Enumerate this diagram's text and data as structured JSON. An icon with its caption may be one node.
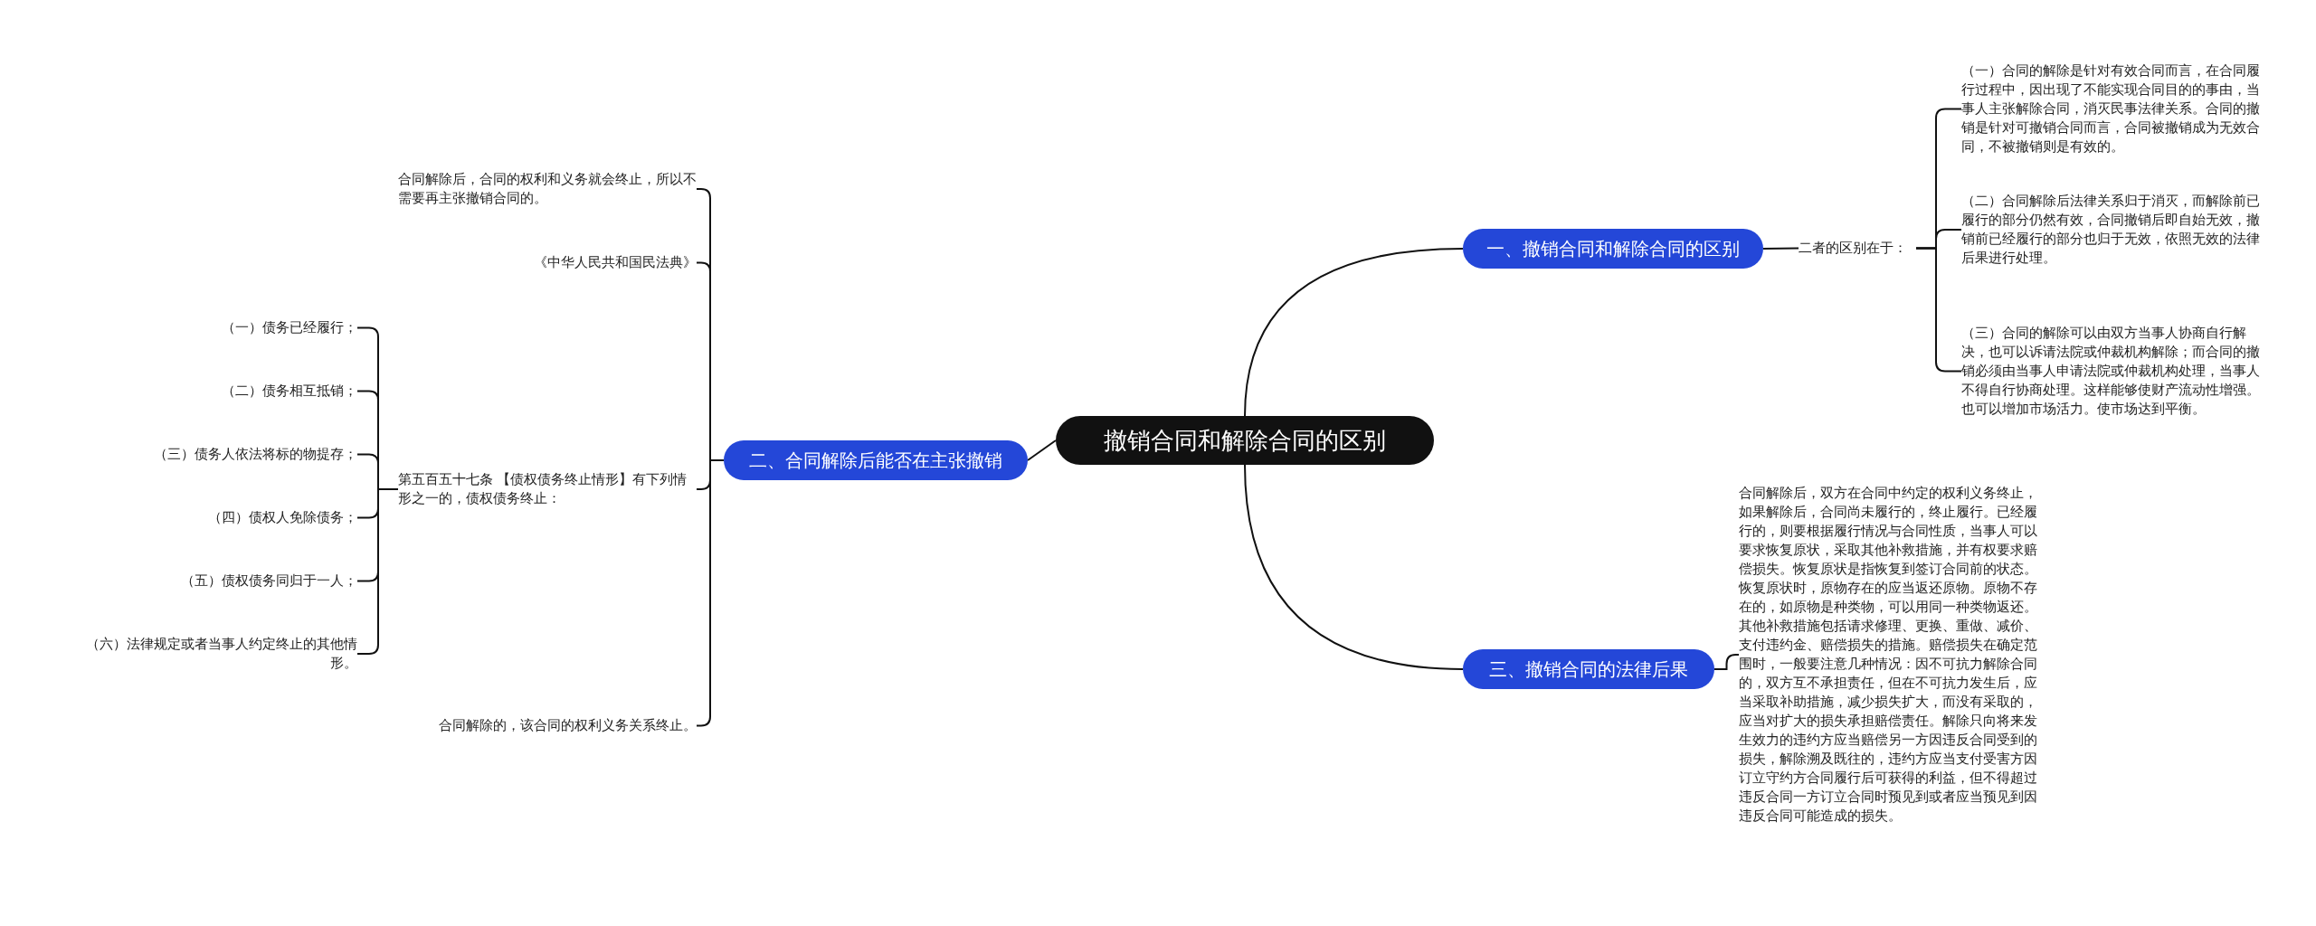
{
  "diagram": {
    "nodes": [
      {
        "text": [
          "撤销合同和解除合同的区别"
        ]
      },
      {
        "text": [
          "一、撤销合同和解除合同的区别"
        ]
      },
      {
        "text": [
          "二者的区别在于："
        ]
      },
      {
        "text": [
          "（一）合同的解除是针对有效合同而言，在合同履行过程中，因出现了不能实现合同目的的事由，当事人主张解除合同，消灭民事法律关系。合同的撤销是针对可撤销合同而言，合同被撤销成为无效合同，不被撤销则是有效的。"
        ]
      },
      {
        "text": [
          "（二）合同解除后法律关系归于消灭，而解除前已履行的部分仍然有效，合同撤销后即自始无效，撤销前已经履行的部分也归于无效，依照无效的法律后果进行处理。"
        ]
      },
      {
        "text": [
          "（三）合同的解除可以由双方当事人协商自行解决，也可以诉请法院或仲裁机构解除；而合同的撤销必须由当事人申请法院或仲裁机构处理，当事人不得自行协商处理。这样能够使财产流动性增强。也可以增加市场活力。使市场达到平衡。"
        ]
      },
      {
        "text": [
          "二、合同解除后能否在主张撤销"
        ]
      },
      {
        "text": [
          "合同解除后，合同的权利和义务就会终止，所以不需要再主张撤销合同的。"
        ]
      },
      {
        "text": [
          "《中华人民共和国民法典》"
        ]
      },
      {
        "text": [
          "第五百五十七条 【债权债务终止情形】有下列情形之一的，债权债务终止："
        ]
      },
      {
        "text": [
          "（一）债务已经履行；"
        ]
      },
      {
        "text": [
          "（二）债务相互抵销；"
        ]
      },
      {
        "text": [
          "（三）债务人依法将标的物提存；"
        ]
      },
      {
        "text": [
          "（四）债权人免除债务；"
        ]
      },
      {
        "text": [
          "（五）债权债务同归于一人；"
        ]
      },
      {
        "text": [
          "（六）法律规定或者当事人约定终止的其他情形。"
        ]
      },
      {
        "text": [
          "合同解除的，该合同的权利义务关系终止。"
        ]
      },
      {
        "text": [
          "三、撤销合同的法律后果"
        ]
      },
      {
        "text": [
          "合同解除后，双方在合同中约定的权利义务终止，如果解除后，合同尚未履行的，终止履行。已经履行的，则要根据履行情况与合同性质，当事人可以要求恢复原状，采取其他补救措施，并有权要求赔偿损失。恢复原状是指恢复到签订合同前的状态。恢复原状时，原物存在的应当返还原物。原物不存在的，如原物是种类物，可以用同一种类物返还。其他补救措施包括请求修理、更换、重做、减价、支付违约金、赔偿损失的措施。赔偿损失在确定范围时，一般要注意几种情况：因不可抗力解除合同的，双方互不承担责任，但在不可抗力发生后，应当采取补助措施，减少损失扩大，而没有采取的，应当对扩大的损失承担赔偿责任。解除只向将来发生效力的违约方应当赔偿另一方因违反合同受到的损失，解除溯及既往的，违约方应当支付受害方因订立守约方合同履行后可获得的利益，但不得超过违反合同一方订立合同时预见到或者应当预见到因违反合同可能造成的损失。"
        ]
      }
    ],
    "edges": [
      {
        "from": 0,
        "to": 1,
        "arrow": "none"
      },
      {
        "from": 1,
        "to": 2,
        "arrow": "none"
      },
      {
        "from": 2,
        "to": 3,
        "arrow": "none"
      },
      {
        "from": 2,
        "to": 4,
        "arrow": "none"
      },
      {
        "from": 2,
        "to": 5,
        "arrow": "none"
      },
      {
        "from": 0,
        "to": 6,
        "arrow": "none"
      },
      {
        "from": 6,
        "to": 7,
        "arrow": "none"
      },
      {
        "from": 6,
        "to": 8,
        "arrow": "none"
      },
      {
        "from": 6,
        "to": 9,
        "arrow": "none"
      },
      {
        "from": 9,
        "to": 10,
        "arrow": "none"
      },
      {
        "from": 9,
        "to": 11,
        "arrow": "none"
      },
      {
        "from": 9,
        "to": 12,
        "arrow": "none"
      },
      {
        "from": 9,
        "to": 13,
        "arrow": "none"
      },
      {
        "from": 9,
        "to": 14,
        "arrow": "none"
      },
      {
        "from": 9,
        "to": 15,
        "arrow": "none"
      },
      {
        "from": 6,
        "to": 16,
        "arrow": "none"
      },
      {
        "from": 0,
        "to": 17,
        "arrow": "none"
      },
      {
        "from": 17,
        "to": 18,
        "arrow": "none"
      }
    ]
  }
}
